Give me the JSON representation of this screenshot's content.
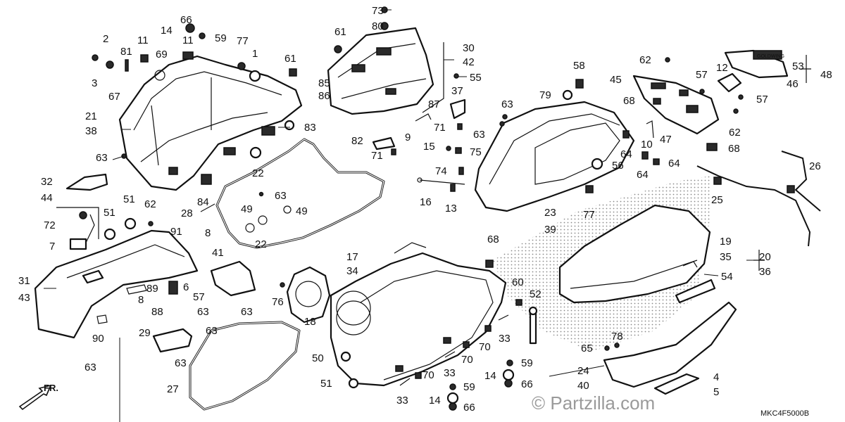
{
  "diagram": {
    "catalog_code": "MKC4F5000B",
    "watermark": "© Partzilla.com",
    "direction_label": "FR."
  },
  "labels": {
    "n73": "73",
    "n80": "80",
    "n61a": "61",
    "n30": "30",
    "n42": "42",
    "n85": "85",
    "n86": "86",
    "n55": "55",
    "n87": "87",
    "n37": "37",
    "n9": "9",
    "n71a": "71",
    "n82": "82",
    "n71b": "71",
    "n15": "15",
    "n75": "75",
    "n74": "74",
    "n16": "16",
    "n13": "13",
    "n14a": "14",
    "n66a": "66",
    "n59a": "59",
    "n2": "2",
    "n11a": "11",
    "n11b": "11",
    "n81": "81",
    "n69": "69",
    "n77a": "77",
    "n1": "1",
    "n61b": "61",
    "n3": "3",
    "n67": "67",
    "n21": "21",
    "n38": "38",
    "n83": "83",
    "n63a": "63",
    "n22a": "22",
    "n32": "32",
    "n44": "44",
    "n84": "84",
    "n63b": "63",
    "n49a": "49",
    "n49b": "49",
    "n28": "28",
    "n22b": "22",
    "n51a": "51",
    "n51b": "51",
    "n62a": "62",
    "n72": "72",
    "n7": "7",
    "n91": "91",
    "n8a": "8",
    "n31": "31",
    "n43": "43",
    "n89": "89",
    "n6": "6",
    "n8b": "8",
    "n57a": "57",
    "n88": "88",
    "n63c": "63",
    "n63d": "63",
    "n90": "90",
    "n63e": "63",
    "n41": "41",
    "n29": "29",
    "n63f": "63",
    "n63g": "63",
    "n27": "27",
    "n76": "76",
    "n18": "18",
    "n17": "17",
    "n34": "34",
    "n68a": "68",
    "n60": "60",
    "n52": "52",
    "n70a": "70",
    "n33a": "33",
    "n70b": "70",
    "n50": "50",
    "n70c": "70",
    "n33b": "33",
    "n51c": "51",
    "n33c": "33",
    "n59b": "59",
    "n14b": "14",
    "n66b": "66",
    "n59c": "59",
    "n14c": "14",
    "n66c": "66",
    "n58": "58",
    "n79": "79",
    "n63h": "63",
    "n63i": "63",
    "n56": "56",
    "n23": "23",
    "n39": "39",
    "n77b": "77",
    "n62b": "62",
    "n53": "53",
    "n48": "48",
    "n46": "46",
    "n45": "45",
    "n57b": "57",
    "n12": "12",
    "n68b": "68",
    "n57c": "57",
    "n62c": "62",
    "n47": "47",
    "n10": "10",
    "n64a": "64",
    "n64b": "64",
    "n64c": "64",
    "n68c": "68",
    "n26": "26",
    "n25": "25",
    "n19": "19",
    "n35": "35",
    "n20": "20",
    "n36": "36",
    "n54": "54",
    "n78": "78",
    "n65": "65",
    "n24": "24",
    "n40": "40",
    "n4": "4",
    "n5": "5"
  },
  "brand_text": "GOLDWING"
}
